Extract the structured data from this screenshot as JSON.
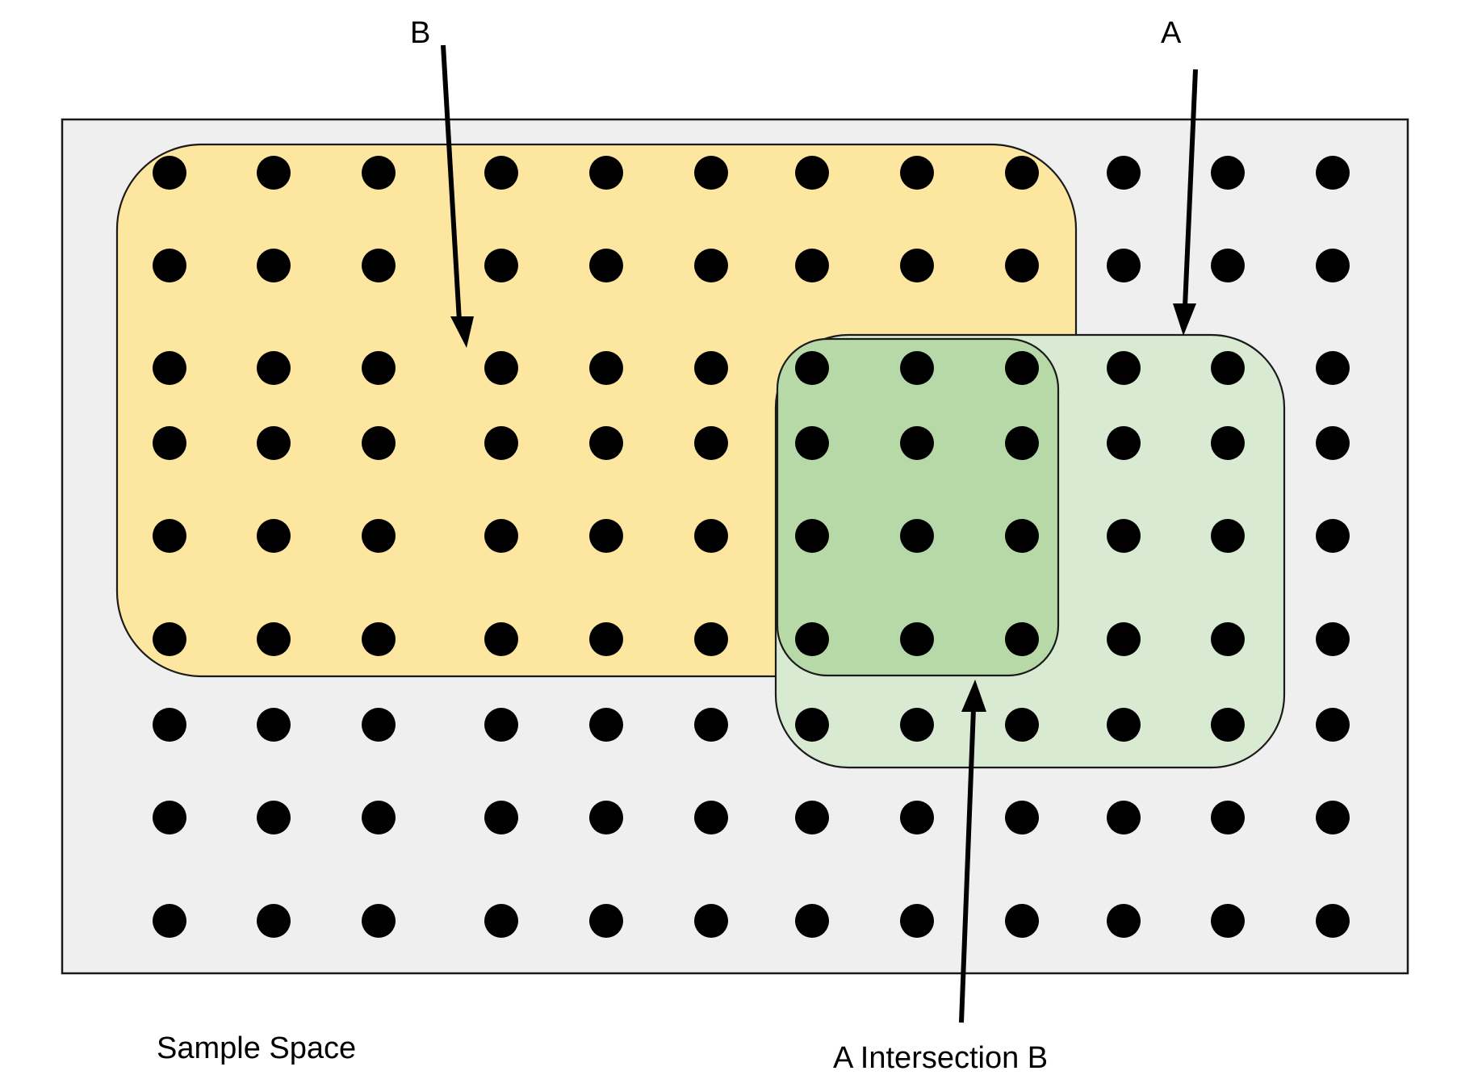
{
  "labels": {
    "set_b": "B",
    "set_a": "A",
    "sample_space": "Sample Space",
    "intersection": "A Intersection B"
  },
  "colors": {
    "sample_space_fill": "#efefef",
    "set_b_fill": "#fde6a0",
    "set_a_fill": "#d9ead3",
    "intersection_fill": "#b7d9a8",
    "dot": "#000000",
    "outline": "#1a1a1a"
  },
  "outcome_grid": {
    "rows": 9,
    "columns": 12,
    "total_outcomes": 108,
    "outcomes_in_b": 54,
    "outcomes_in_a": 25,
    "outcomes_in_a_and_b": 12
  }
}
